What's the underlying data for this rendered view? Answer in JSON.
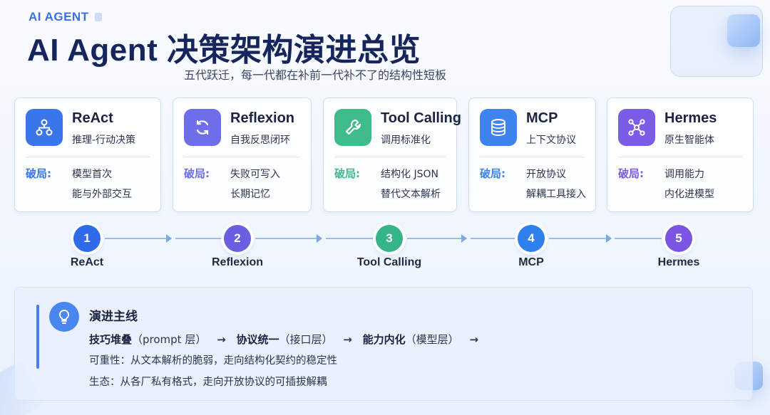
{
  "header": {
    "eyebrow": "AI AGENT",
    "title": "AI Agent 决策架构演进总览",
    "subtitle": "五代跃迁，每一代都在补前一代补不了的结构性短板"
  },
  "cards": [
    {
      "name": "ReAct",
      "desc": "推理-行动决策",
      "break_label": "破局:",
      "break_line1": "模型首次",
      "break_line2": "能与外部交互",
      "icon": "flowchart-icon",
      "color": "#3a76ea"
    },
    {
      "name": "Reflexion",
      "desc": "自我反思闭环",
      "break_label": "破局:",
      "break_line1": "失败可写入",
      "break_line2": "长期记忆",
      "icon": "refresh-icon",
      "color": "#6d6ee8"
    },
    {
      "name": "Tool Calling",
      "desc": "调用标准化",
      "break_label": "破局:",
      "break_line1": "结构化 JSON",
      "break_line2": "替代文本解析",
      "icon": "wrench-icon",
      "color": "#3fba8a"
    },
    {
      "name": "MCP",
      "desc": "上下文协议",
      "break_label": "破局:",
      "break_line1": "开放协议",
      "break_line2": "解耦工具接入",
      "icon": "database-icon",
      "color": "#3f84ee"
    },
    {
      "name": "Hermes",
      "desc": "原生智能体",
      "break_label": "破局:",
      "break_line1": "调用能力",
      "break_line2": "内化进模型",
      "icon": "network-icon",
      "color": "#7b5ce6"
    }
  ],
  "timeline": [
    {
      "num": "1",
      "label": "ReAct",
      "color": "#2f6be8"
    },
    {
      "num": "2",
      "label": "Reflexion",
      "color": "#6a5fe0"
    },
    {
      "num": "3",
      "label": "Tool Calling",
      "color": "#35b487"
    },
    {
      "num": "4",
      "label": "MCP",
      "color": "#2f7fec"
    },
    {
      "num": "5",
      "label": "Hermes",
      "color": "#7a56e2"
    }
  ],
  "summary": {
    "title": "演进主线",
    "line1": {
      "seg1_bold": "技巧堆叠",
      "seg1_rest": "（prompt 层）",
      "seg2_bold": "协议统一",
      "seg2_rest": "（接口层）",
      "seg3_bold": "能力内化",
      "seg3_rest": "（模型层）",
      "arrow": "→"
    },
    "line2": "可重性：从文本解析的脆弱，走向结构化契约的稳定性",
    "line3": "生态：从各厂私有格式，走向开放协议的可插拔解耦"
  }
}
